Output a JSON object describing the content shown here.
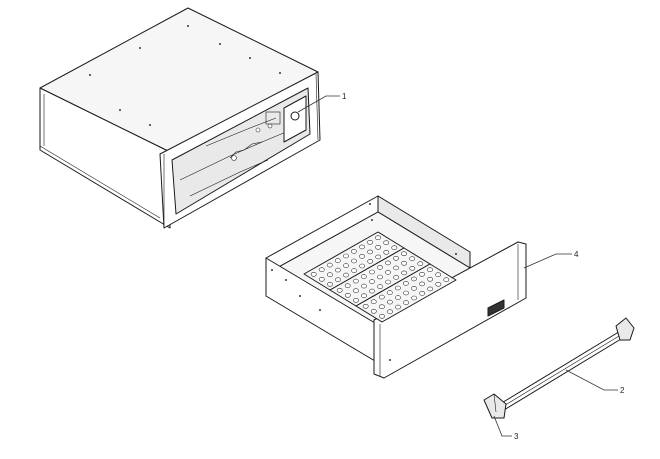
{
  "diagram": {
    "parts": [
      {
        "id": "housing",
        "callout": "1"
      },
      {
        "id": "handle",
        "callout": "2"
      },
      {
        "id": "handle-end-cap",
        "callout": "3"
      },
      {
        "id": "drawer",
        "callout": "4"
      }
    ]
  },
  "colors": {
    "line": "#1a1a1a",
    "background": "#ffffff"
  }
}
